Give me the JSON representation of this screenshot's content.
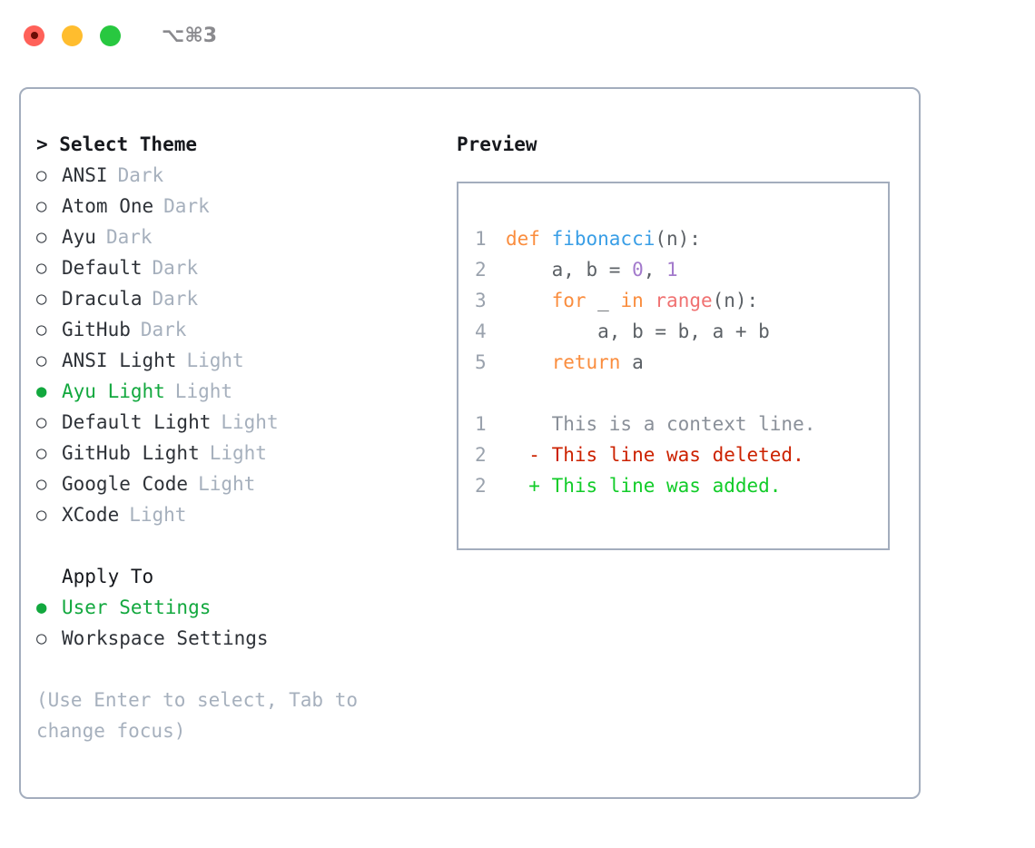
{
  "titlebar": {
    "shortcut": "⌥⌘3",
    "buttons": [
      "close",
      "minimize",
      "maximize"
    ]
  },
  "theme_picker": {
    "header": "> Select Theme",
    "options": [
      {
        "label": "ANSI",
        "variant": "Dark",
        "selected": false,
        "bullet": "○"
      },
      {
        "label": "Atom One",
        "variant": "Dark",
        "selected": false,
        "bullet": "○"
      },
      {
        "label": "Ayu",
        "variant": "Dark",
        "selected": false,
        "bullet": "○"
      },
      {
        "label": "Default",
        "variant": "Dark",
        "selected": false,
        "bullet": "○"
      },
      {
        "label": "Dracula",
        "variant": "Dark",
        "selected": false,
        "bullet": "○"
      },
      {
        "label": "GitHub",
        "variant": "Dark",
        "selected": false,
        "bullet": "○"
      },
      {
        "label": "ANSI Light",
        "variant": "Light",
        "selected": false,
        "bullet": "○"
      },
      {
        "label": "Ayu Light",
        "variant": "Light",
        "selected": true,
        "bullet": "●"
      },
      {
        "label": "Default Light",
        "variant": "Light",
        "selected": false,
        "bullet": "○"
      },
      {
        "label": "GitHub Light",
        "variant": "Light",
        "selected": false,
        "bullet": "○"
      },
      {
        "label": "Google Code",
        "variant": "Light",
        "selected": false,
        "bullet": "○"
      },
      {
        "label": "XCode",
        "variant": "Light",
        "selected": false,
        "bullet": "○"
      }
    ]
  },
  "apply_to": {
    "header": "Apply To",
    "options": [
      {
        "label": "User Settings",
        "selected": true,
        "bullet": "●"
      },
      {
        "label": "Workspace Settings",
        "selected": false,
        "bullet": "○"
      }
    ]
  },
  "hint": "(Use Enter to select, Tab to change focus)",
  "preview": {
    "title": "Preview",
    "code_lines": [
      {
        "no": "1",
        "tokens": [
          {
            "t": "def ",
            "c": "kw"
          },
          {
            "t": "fibonacci",
            "c": "fn"
          },
          {
            "t": "(n):",
            "c": "txt"
          }
        ]
      },
      {
        "no": "2",
        "tokens": [
          {
            "t": "    a, b = ",
            "c": "txt"
          },
          {
            "t": "0",
            "c": "num"
          },
          {
            "t": ", ",
            "c": "txt"
          },
          {
            "t": "1",
            "c": "num"
          }
        ]
      },
      {
        "no": "3",
        "tokens": [
          {
            "t": "    ",
            "c": "txt"
          },
          {
            "t": "for",
            "c": "kw"
          },
          {
            "t": " _ ",
            "c": "txt"
          },
          {
            "t": "in",
            "c": "kw"
          },
          {
            "t": " ",
            "c": "txt"
          },
          {
            "t": "range",
            "c": "bi"
          },
          {
            "t": "(n):",
            "c": "txt"
          }
        ]
      },
      {
        "no": "4",
        "tokens": [
          {
            "t": "        a, b = b, a + b",
            "c": "txt"
          }
        ]
      },
      {
        "no": "5",
        "tokens": [
          {
            "t": "    ",
            "c": "txt"
          },
          {
            "t": "return",
            "c": "kw"
          },
          {
            "t": " a",
            "c": "txt"
          }
        ]
      }
    ],
    "diff_lines": [
      {
        "no": "1",
        "marker": "  ",
        "text": "This is a context line.",
        "kind": "ctx"
      },
      {
        "no": "2",
        "marker": "- ",
        "text": "This line was deleted.",
        "kind": "del"
      },
      {
        "no": "2",
        "marker": "+ ",
        "text": "This line was added.",
        "kind": "add"
      }
    ]
  },
  "colors": {
    "accent_green": "#12a83e",
    "border": "#a3adbd",
    "muted": "#a6b0bd",
    "kw_orange": "#fa8d3e",
    "fn_blue": "#399ee6",
    "num_purple": "#a37acc",
    "builtin_red": "#f07171",
    "diff_del": "#cc2200",
    "diff_add": "#12cc29",
    "light_red": "#ff6159",
    "light_yellow": "#ffbd2e",
    "light_green": "#28c840"
  }
}
